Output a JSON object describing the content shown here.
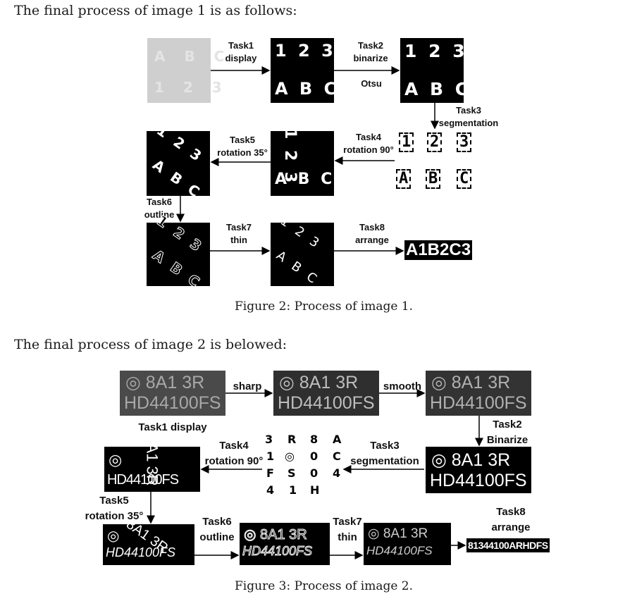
{
  "paragraph1": "The final process of image 1 is as follows:",
  "paragraph2": "The final process of image 2 is belowed:",
  "figure2": {
    "caption": "Figure 2: Process of image 1.",
    "labels": {
      "task1": "Task1",
      "task1b": "display",
      "task2": "Task2",
      "task2b": "binarize",
      "otsu": "Otsu",
      "task3": "Task3",
      "task3b": "segmentation",
      "task4": "Task4",
      "task4b": "rotation 90°",
      "task5": "Task5",
      "task5b": "rotation 35°",
      "task6": "Task6",
      "task6b": "outline",
      "task7": "Task7",
      "task7b": "thin",
      "task8": "Task8",
      "task8b": "arrange"
    },
    "img_top": "1 2 3",
    "img_bottom": "A B C",
    "gray_top": "A B C",
    "gray_bottom": "1 2 3",
    "rot90_top": "1 2 3",
    "rot90_bottom": "A B C",
    "seg_chars": [
      "1",
      "2",
      "3",
      "A",
      "B",
      "C"
    ],
    "final": "A1B2C3"
  },
  "figure3": {
    "caption": "Figure 3: Process of image 2.",
    "labels": {
      "sharp": "sharp",
      "smooth": "smooth",
      "task1": "Task1 display",
      "task2": "Task2",
      "task2b": "Binarize",
      "task3": "Task3",
      "task3b": "segmentation",
      "task4": "Task4",
      "task4b": "rotation 90°",
      "task5": "Task5",
      "task5b": "rotation 35°",
      "task6": "Task6",
      "task6b": "outline",
      "task7": "Task7",
      "task7b": "thin",
      "task8": "Task8",
      "task8b": "arrange"
    },
    "plate_line1": "8A1 3R",
    "plate_line2": "HD44100FS",
    "seg_chars": [
      "3",
      "R",
      "8",
      "A",
      "1",
      "◎",
      "0",
      "C",
      "F",
      "S",
      "0",
      "4",
      "4",
      "1",
      "H"
    ],
    "final": "81344100ARHDFS"
  }
}
